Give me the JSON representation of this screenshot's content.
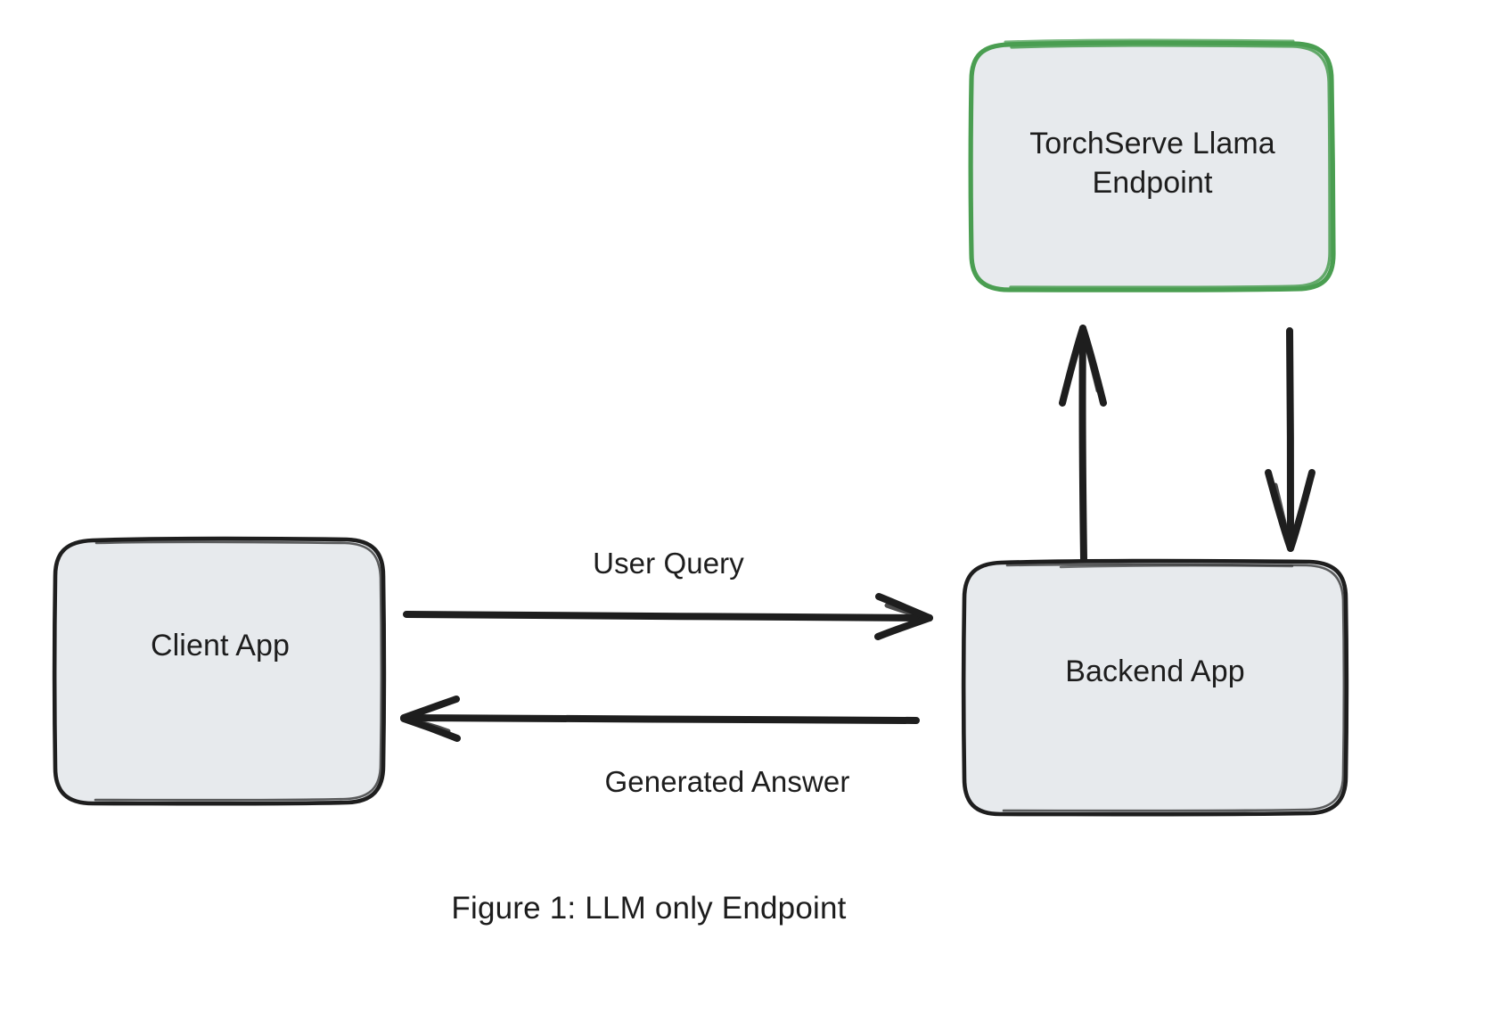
{
  "diagram": {
    "title": "LLM only Endpoint architecture diagram",
    "caption": "Figure 1: LLM only Endpoint",
    "style": "hand-drawn sketch",
    "background_color": "#ffffff",
    "node_fill_color": "#e7eaed",
    "default_stroke_color": "#1e1e1e",
    "accent_stroke_color": "#4a9e51",
    "nodes": [
      {
        "id": "torchserve-llama-endpoint",
        "label": "TorchServe Llama\nEndpoint",
        "line1": "TorchServe Llama",
        "line2": "Endpoint",
        "shape": "rounded-rectangle",
        "stroke_color": "#4a9e51",
        "fill_color": "#e7eaed"
      },
      {
        "id": "client-app",
        "label": "Client App",
        "shape": "rounded-rectangle",
        "stroke_color": "#1e1e1e",
        "fill_color": "#e7eaed"
      },
      {
        "id": "backend-app",
        "label": "Backend App",
        "shape": "rounded-rectangle",
        "stroke_color": "#1e1e1e",
        "fill_color": "#e7eaed"
      }
    ],
    "edges": [
      {
        "id": "user-query",
        "label": "User Query",
        "from": "client-app",
        "to": "backend-app",
        "direction": "right",
        "stroke_color": "#1e1e1e"
      },
      {
        "id": "generated-answer",
        "label": "Generated Answer",
        "from": "backend-app",
        "to": "client-app",
        "direction": "left",
        "stroke_color": "#1e1e1e"
      },
      {
        "id": "backend-to-torchserve",
        "label": "",
        "from": "backend-app",
        "to": "torchserve-llama-endpoint",
        "direction": "up",
        "stroke_color": "#1e1e1e"
      },
      {
        "id": "torchserve-to-backend",
        "label": "",
        "from": "torchserve-llama-endpoint",
        "to": "backend-app",
        "direction": "down",
        "stroke_color": "#1e1e1e"
      }
    ]
  }
}
